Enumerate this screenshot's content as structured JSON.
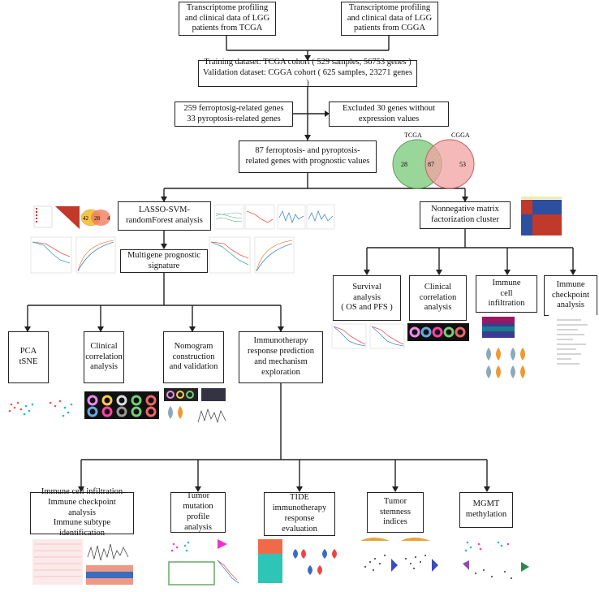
{
  "top": {
    "tcga": "Transcriptome profiling\nand clinical data of LGG\npatients from TCGA",
    "cgga": "Transcriptome profiling\nand clinical data of LGG\npatients from CGGA"
  },
  "datasets": "Training  dataset: TCGA cohort ( 529 samples, 56753 genes )\nValidation dataset: CGGA cohort ( 625 samples, 23271 genes )",
  "gene_sets": "259 ferroptosig-related genes\n33  pyroptosis-related genes",
  "excluded": "Excluded 30 genes without\nexpression values",
  "prognostic": "87 ferroptosis- and pyroptosis-\nrelated genes with prognostic values",
  "venn": {
    "left_label": "TCGA",
    "right_label": "CGGA",
    "left_only": "28",
    "both": "87",
    "right_only": "53",
    "left_color": "#7fc97f",
    "right_color": "#f08a8a"
  },
  "lasso_venn": {
    "left": "42",
    "mid": "28",
    "right": "4"
  },
  "lasso": "LASSO-SVM-\nrandomForest analysis",
  "multigene": "Multigene prognostic\nsignature",
  "nmf": "Nonnegative matrix\nfactorization cluster",
  "left_branch": {
    "pca": "PCA\ntSNE",
    "clinical": "Clinical\ncorrelation\nanalysis",
    "nomogram": "Nomogram\nconstruction\nand validation",
    "immuno": "Immunotherapy\nresponse prediction\nand mechanism\nexploration"
  },
  "right_branch": {
    "survival": "Survival\nanalysis\n( OS and PFS )",
    "clinical": "Clinical\ncorrelation\nanalysis",
    "immune_cell": "Immune\ncell\ninfiltration",
    "checkpoint": "Immune\ncheckpoint\nanalysis"
  },
  "bottom": {
    "immune": "Immune cell infiltration\nImmune checkpoint analysis\nImmune subtype\nidentification",
    "tumor_mut": "Tumor\nmutation profile\nanalysis",
    "tide": "TIDE\nimmunotherapy\nresponse\nevaluation",
    "stemness": "Tumor\nstemness\nindices",
    "mgmt": "MGMT\nmethylation"
  }
}
